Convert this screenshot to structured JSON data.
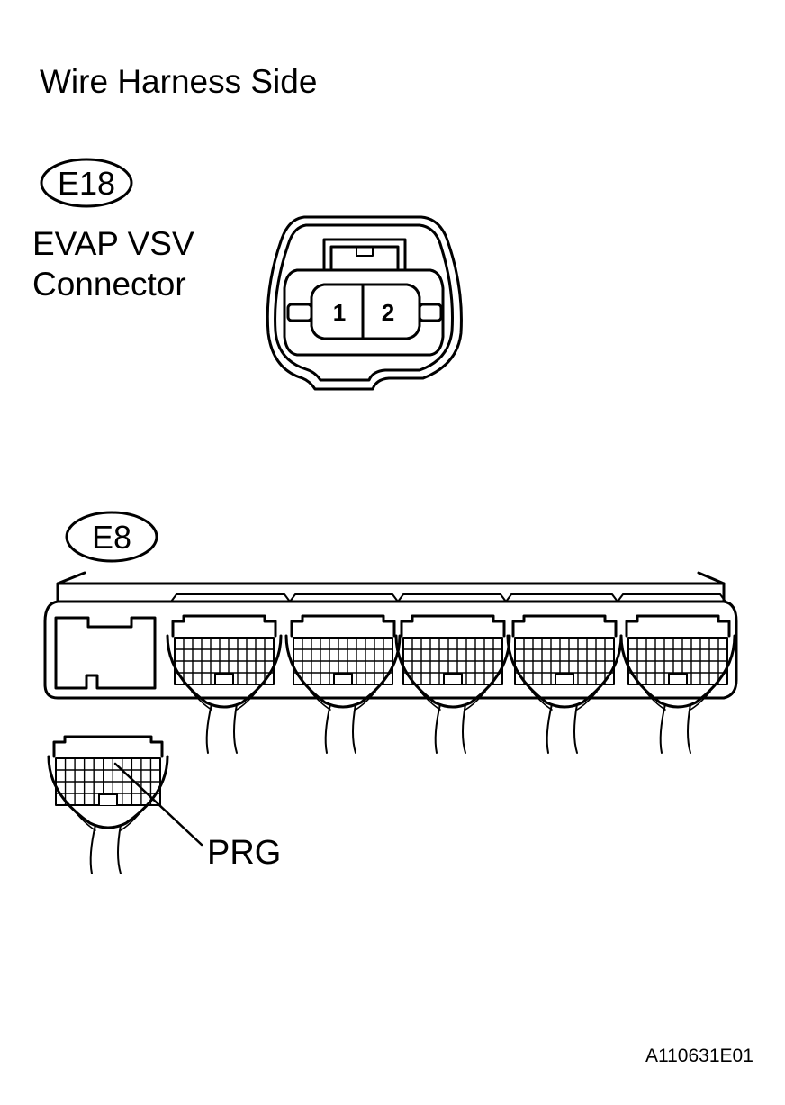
{
  "title": "Wire Harness Side",
  "e18": {
    "tag": "E18",
    "label_line1": "EVAP VSV",
    "label_line2": "Connector",
    "pins": [
      "1",
      "2"
    ]
  },
  "e8": {
    "tag": "E8",
    "pointer_label": "PRG"
  },
  "figure_id": "A110631E01"
}
